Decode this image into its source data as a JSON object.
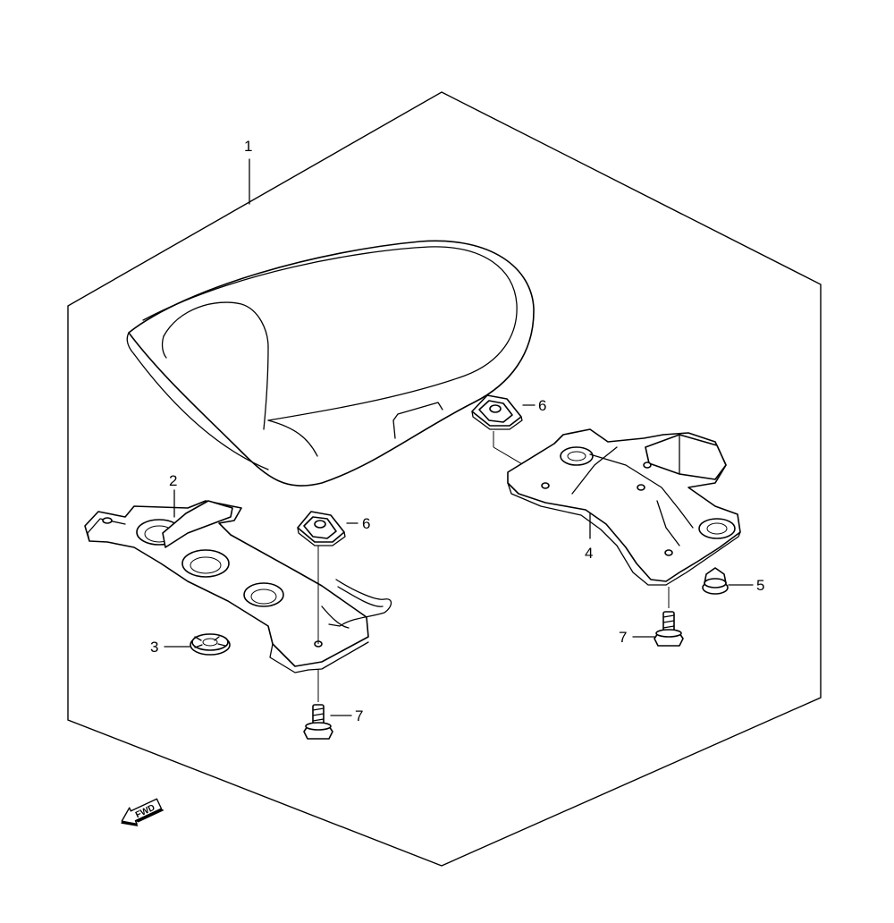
{
  "diagram": {
    "labels": {
      "p1": "1",
      "p2": "2",
      "p3": "3",
      "p4": "4",
      "p5": "5",
      "p6a": "6",
      "p6b": "6",
      "p7a": "7",
      "p7b": "7"
    },
    "fwd": "FWD",
    "line_color": "#000000",
    "background": "#ffffff"
  }
}
